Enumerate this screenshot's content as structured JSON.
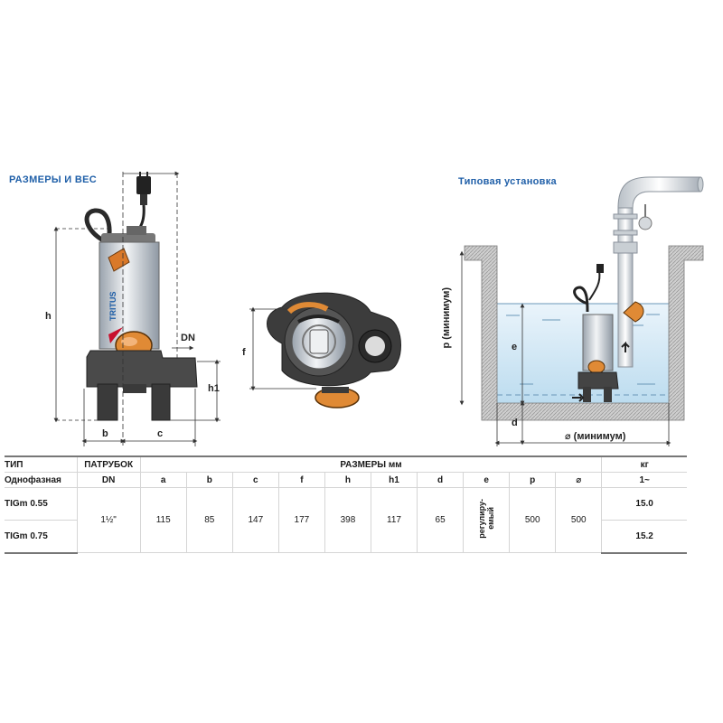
{
  "titles": {
    "left": "РАЗМЕРЫ И ВЕС",
    "right": "Типовая установка"
  },
  "dims": {
    "h": "h",
    "h1": "h1",
    "b": "b",
    "c": "c",
    "dn": "DN",
    "f": "f",
    "p_min": "р (минимум)",
    "e": "е",
    "d": "d",
    "diag_min": "⌀ (минимум)"
  },
  "logo": "TRITUS",
  "table": {
    "type_label": "ТИП",
    "phase_label": "Однофазная",
    "nozzle_label": "ПАТРУБОК",
    "dn_label": "DN",
    "dims_label": "РАЗМЕРЫ мм",
    "weight_label": "кг",
    "weight_sub": "1~",
    "columns": [
      "a",
      "b",
      "c",
      "f",
      "h",
      "h1",
      "d",
      "e",
      "p",
      "⌀"
    ],
    "nozzle_value": "1½\"",
    "values": [
      "115",
      "85",
      "147",
      "177",
      "398",
      "117",
      "65",
      "регулиру-\nемый",
      "500",
      "500"
    ],
    "rows": [
      {
        "model": "TIGm 0.55",
        "weight": "15.0"
      },
      {
        "model": "TIGm 0.75",
        "weight": "15.2"
      }
    ]
  }
}
